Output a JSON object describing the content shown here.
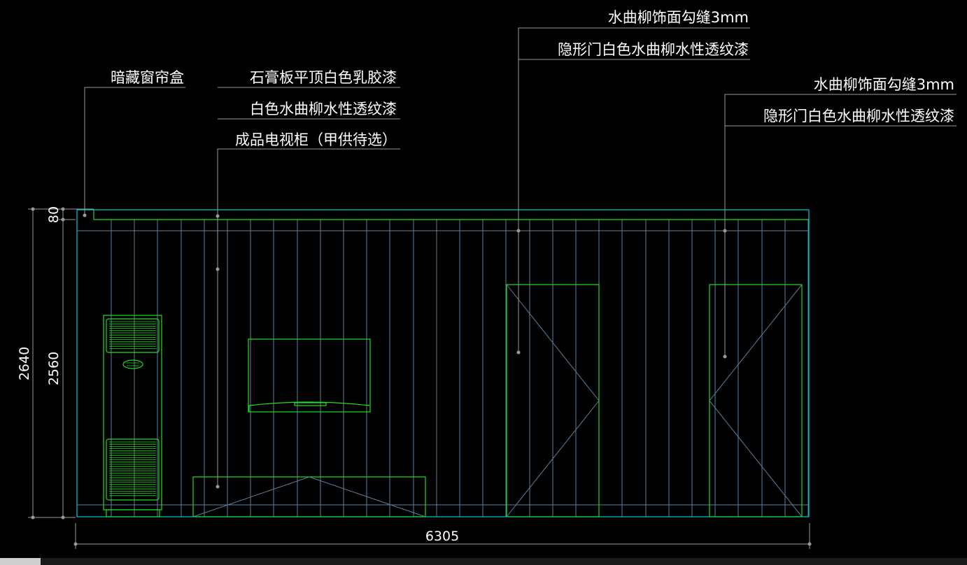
{
  "colors": {
    "background": "#000000",
    "outline": "#00c8d8",
    "green": "#22dd22",
    "panel": "#5a7fa0",
    "leader": "#9a9a9a",
    "text": "#ffffff"
  },
  "labels": {
    "curtain_box": "暗藏窗帘盒",
    "ceiling": "石膏板平顶白色乳胶漆",
    "wall_finish": "白色水曲柳水性透纹漆",
    "tv_cabinet": "成品电视柜（甲供待选）",
    "door1_groove": "水曲柳饰面勾缝3mm",
    "door1_finish": "隐形门白色水曲柳水性透纹漆",
    "door2_groove": "水曲柳饰面勾缝3mm",
    "door2_finish": "隐形门白色水曲柳水性透纹漆"
  },
  "dimensions": {
    "total_height": "2640",
    "wall_height": "2560",
    "ceiling_drop": "80",
    "total_width": "6305"
  },
  "icons": {
    "ac_logo": "aircon-brand-badge"
  }
}
